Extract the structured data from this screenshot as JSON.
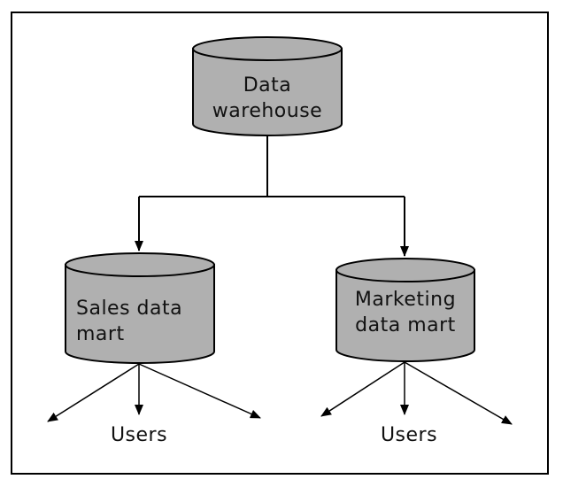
{
  "colors": {
    "cylinder_fill": "#b0b0b0",
    "stroke": "#000000",
    "background": "#ffffff"
  },
  "nodes": {
    "warehouse": {
      "line1": "Data",
      "line2": "warehouse"
    },
    "sales_mart": {
      "line1": "Sales data",
      "line2": "mart"
    },
    "marketing_mart": {
      "line1": "Marketing",
      "line2": "data mart"
    }
  },
  "users": {
    "left_label": "Users",
    "right_label": "Users"
  }
}
